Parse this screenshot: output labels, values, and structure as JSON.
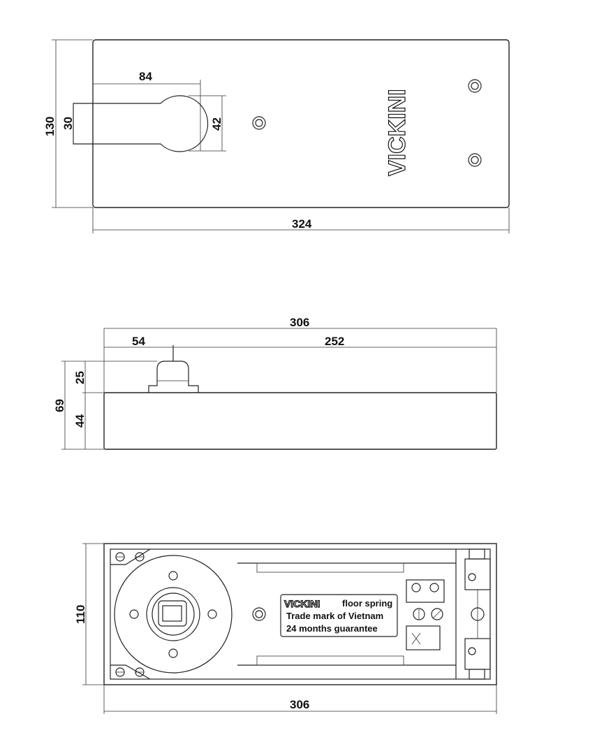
{
  "brand": "VICKINI",
  "top_view": {
    "overall_length": "324",
    "overall_width": "130",
    "spindle_offset": "84",
    "arm_width": "30",
    "boss_diameter": "42"
  },
  "side_view": {
    "overall_length": "306",
    "spindle_offset": "54",
    "remaining_length": "252",
    "total_height": "69",
    "spindle_height": "25",
    "body_height": "44"
  },
  "bottom_view": {
    "width": "110",
    "length": "306",
    "label_line1_suffix": "floor spring",
    "label_line2": "Trade mark of Vietnam",
    "label_line3": "24 months guarantee"
  }
}
